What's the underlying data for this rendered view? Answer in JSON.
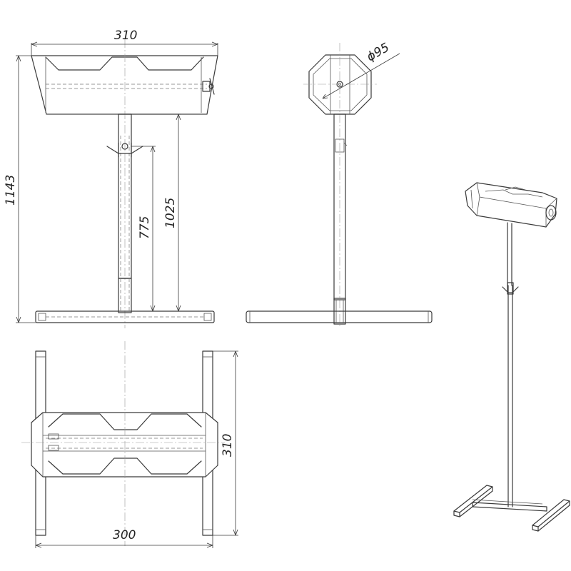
{
  "dimensions": {
    "front_width": "310",
    "total_height": "1143",
    "height_max": "1025",
    "height_min": "775",
    "roller_diameter": "ϕ95",
    "top_depth": "310",
    "top_width": "300"
  },
  "colors": {
    "line": "#3a3a3a",
    "background": "#ffffff"
  }
}
